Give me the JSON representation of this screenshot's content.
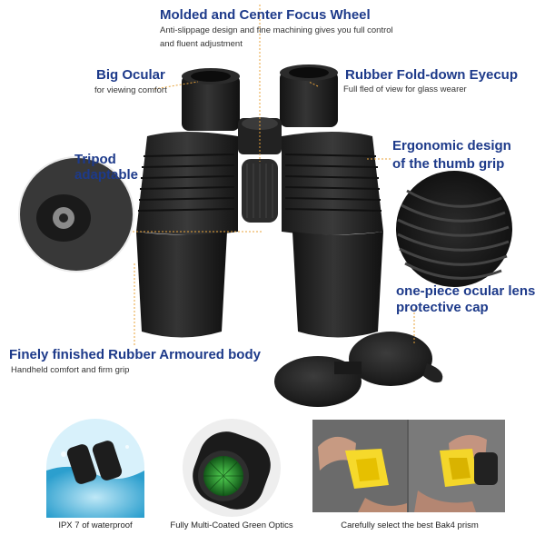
{
  "features": {
    "focus_wheel": {
      "title": "Molded and Center Focus Wheel",
      "desc_line1": "Anti-slippage design and fine machining gives you full control",
      "desc_line2": "and fluent adjustment"
    },
    "big_ocular": {
      "title": "Big Ocular",
      "desc": "for viewing comfort"
    },
    "eyecup": {
      "title": "Rubber Fold-down Eyecup",
      "desc": "Full fled of view for glass wearer"
    },
    "tripod": {
      "title_line1": "Tripod",
      "title_line2": "adaptable"
    },
    "thumb_grip": {
      "title_line1": "Ergonomic design",
      "title_line2": "of the thumb grip"
    },
    "lens_cap": {
      "title_line1": "one-piece ocular lens",
      "title_line2": "protective cap"
    },
    "armour": {
      "title": "Finely finished Rubber Armoured body",
      "desc": "Handheld comfort and firm grip"
    }
  },
  "bottom_panels": [
    {
      "caption": "IPX 7 of waterproof"
    },
    {
      "caption": "Fully Multi-Coated Green Optics"
    },
    {
      "caption": "Carefully select the best Bak4 prism"
    }
  ],
  "colors": {
    "title": "#1d3a8a",
    "leader": "#e8a33a",
    "body": "#2a2a2a"
  }
}
